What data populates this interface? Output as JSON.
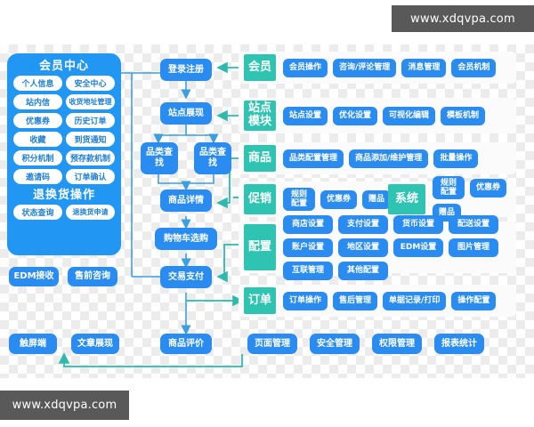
{
  "watermark": {
    "top_right": "www.xdqvpa.com",
    "bottom_left": "www.xdqvpa.com"
  },
  "colors": {
    "node_blue": "#2a8cf0",
    "panel_blue": "#2196f3",
    "tag_teal": "#2fc4b2",
    "wire_teal": "#2fb9ad",
    "wire_blue": "#3d9fe0",
    "chip_white": "#ffffff",
    "row_bg": "#fbfbfb",
    "watermark_bg": "#595959"
  },
  "member_panel": {
    "title": "会员中心",
    "items": [
      "个人信息",
      "安全中心",
      "站内信",
      "收货地址管理",
      "优惠券",
      "历史订单",
      "收藏",
      "到货通知",
      "积分机制",
      "预存款机制",
      "邀请码",
      "订单确认"
    ],
    "subtitle": "退换货操作",
    "sub_items": [
      "状态查询",
      "退换货申请"
    ]
  },
  "left_extra_buttons": [
    "EDM接收",
    "售前咨询"
  ],
  "flow": {
    "nodes": [
      "登录注册",
      "站点展现",
      "品类查找",
      "品类查找",
      "商品详情",
      "购物车选购",
      "交易支付",
      "商品评价"
    ]
  },
  "groups": [
    {
      "tag": "会员",
      "items": [
        "会员操作",
        "咨询/评论管理",
        "消息管理",
        "会员机制"
      ]
    },
    {
      "tag": "站点模块",
      "items": [
        "站点设置",
        "优化设置",
        "可视化编辑",
        "模板机制"
      ]
    },
    {
      "tag": "商品",
      "items": [
        "品类配置管理",
        "商品添加/维护管理",
        "批量操作"
      ]
    },
    {
      "tag": "促销",
      "items": [
        "规则配置",
        "优惠券",
        "赠品"
      ]
    },
    {
      "tag": "配置",
      "items": [
        "商店设置",
        "支付设置",
        "货币设置",
        "配送设置",
        "账户设置",
        "地区设置",
        "EDM设置",
        "图片管理",
        "互联管理",
        "其他配置"
      ]
    },
    {
      "tag": "订单",
      "items": [
        "订单操作",
        "售后管理",
        "单据记录/打印",
        "操作配置"
      ]
    }
  ],
  "system_group": {
    "tag": "系统",
    "items": [
      "规则配置",
      "优惠券",
      "赠品"
    ]
  },
  "bottom_row": [
    "触屏端",
    "文章展现",
    "商品评价",
    "页面管理",
    "安全管理",
    "权限管理",
    "报表统计"
  ]
}
